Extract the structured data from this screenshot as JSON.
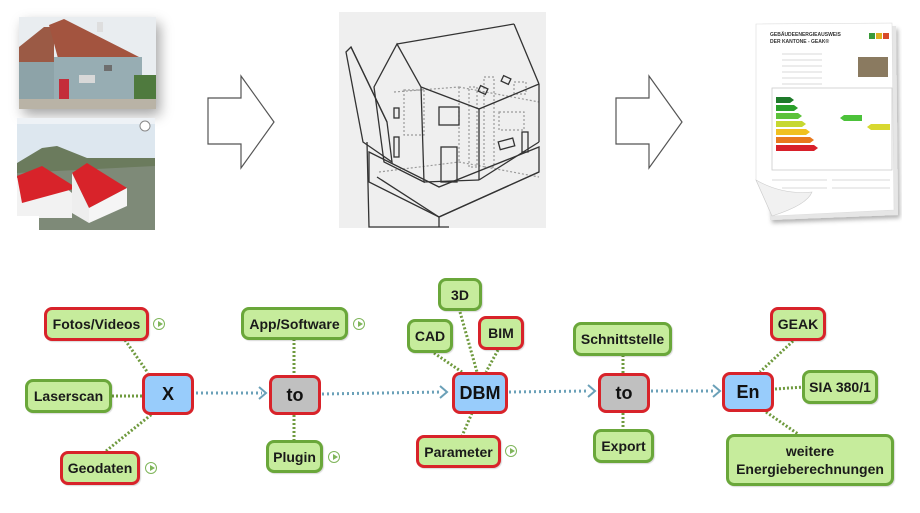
{
  "top_row": {
    "input_images": [
      "house-photo",
      "3d-terrain-view"
    ],
    "model_image": "3d-wireframe-house-model",
    "output_image": "energy-certificate-document",
    "certificate": {
      "title_line1": "GEBÄUDEENERGIEAUSWEIS",
      "title_line2": "DER KANTONE - GEAK®"
    },
    "arrows": [
      "arrow-right",
      "arrow-right"
    ]
  },
  "colors": {
    "node_fill": "#c6ec9c",
    "node_border_green": "#6aa73a",
    "node_border_red": "#d8232a",
    "hub_blue": "#98ccfb",
    "hub_gray": "#c0c0c0",
    "connector_green": "#6f9a3e",
    "flow_arrow": "#6aa0b8"
  },
  "mindmap": {
    "hubs": [
      {
        "id": "x",
        "label": "X",
        "style": "blue"
      },
      {
        "id": "to1",
        "label": "to",
        "style": "gray"
      },
      {
        "id": "dbm",
        "label": "DBM",
        "style": "blue"
      },
      {
        "id": "to2",
        "label": "to",
        "style": "gray"
      },
      {
        "id": "en",
        "label": "En",
        "style": "blue"
      }
    ],
    "x_children": [
      {
        "label": "Fotos/Videos",
        "border": "red",
        "has_play": true
      },
      {
        "label": "Laserscan",
        "border": "green",
        "has_play": false
      },
      {
        "label": "Geodaten",
        "border": "red",
        "has_play": true
      }
    ],
    "to1_children": [
      {
        "label": "App/Software",
        "border": "green",
        "has_play": true
      },
      {
        "label": "Plugin",
        "border": "green",
        "has_play": true
      }
    ],
    "dbm_children": [
      {
        "label": "3D",
        "border": "green",
        "has_play": false
      },
      {
        "label": "CAD",
        "border": "green",
        "has_play": false
      },
      {
        "label": "BIM",
        "border": "red",
        "has_play": false
      },
      {
        "label": "Parameter",
        "border": "red",
        "has_play": true
      }
    ],
    "to2_children": [
      {
        "label": "Schnittstelle",
        "border": "green",
        "has_play": false
      },
      {
        "label": "Export",
        "border": "green",
        "has_play": false
      }
    ],
    "en_children": [
      {
        "label": "GEAK",
        "border": "red",
        "has_play": false
      },
      {
        "label": "SIA 380/1",
        "border": "green",
        "has_play": false
      },
      {
        "label": "weitere Energieberechnungen",
        "border": "green",
        "has_play": false
      }
    ]
  }
}
